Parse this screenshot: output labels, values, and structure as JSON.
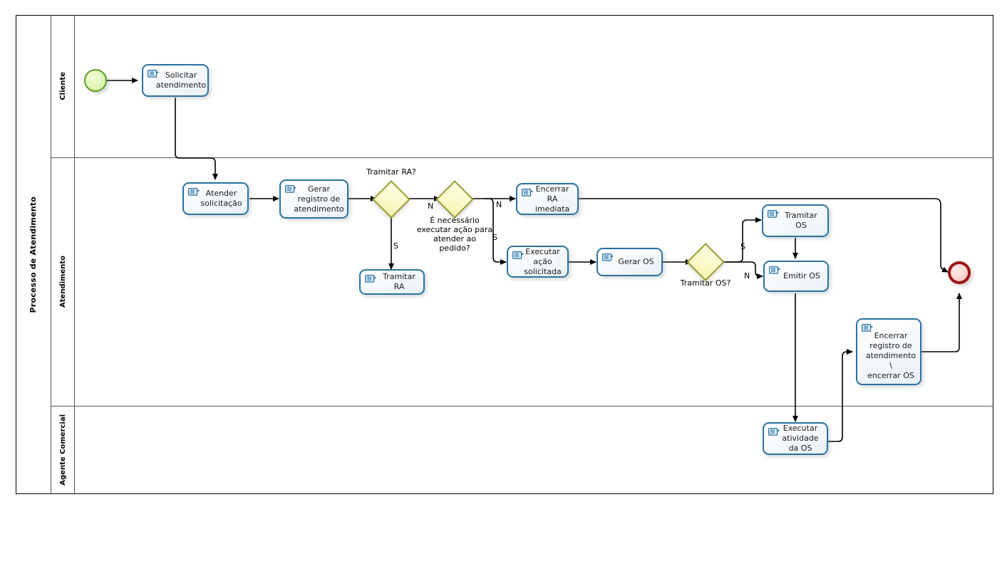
{
  "diagram": {
    "type": "bpmn-process",
    "pool_name": "Processo de Atendimento",
    "lanes": [
      {
        "id": "cliente",
        "name": "Cliente"
      },
      {
        "id": "atendimento",
        "name": "Atendimento"
      },
      {
        "id": "agente",
        "name": "Agente Comercial"
      }
    ]
  },
  "events": {
    "start": {
      "name": "start-event",
      "lane": "cliente"
    },
    "end": {
      "name": "end-event",
      "lane": "atendimento"
    }
  },
  "tasks": [
    {
      "id": "solicitar",
      "label": "Solicitar\natendimento",
      "lane": "cliente"
    },
    {
      "id": "atender",
      "label": "Atender\nsolicitação",
      "lane": "atendimento"
    },
    {
      "id": "gerar_reg",
      "label": "Gerar\nregistro de\natendimento",
      "lane": "atendimento"
    },
    {
      "id": "tramitar_ra",
      "label": "Tramitar RA",
      "lane": "atendimento"
    },
    {
      "id": "encerrar_ra",
      "label": "Encerrar RA\nimediata",
      "lane": "atendimento"
    },
    {
      "id": "executar_acao",
      "label": "Executar\nação solicitada",
      "lane": "atendimento"
    },
    {
      "id": "gerar_os",
      "label": "Gerar OS",
      "lane": "atendimento"
    },
    {
      "id": "tramitar_os",
      "label": "Tramitar\nOS",
      "lane": "atendimento"
    },
    {
      "id": "emitir_os",
      "label": "Emitir OS",
      "lane": "atendimento"
    },
    {
      "id": "encerrar_reg",
      "label": "Encerrar\nregistro de\natendimento \\\nencerrar OS",
      "lane": "atendimento"
    },
    {
      "id": "executar_os",
      "label": "Executar\natividade da OS",
      "lane": "agente"
    }
  ],
  "gateways": [
    {
      "id": "gw_ra",
      "caption": "Tramitar  RA?",
      "caption_position": "above"
    },
    {
      "id": "gw_acao",
      "caption": "É necessário\nexecutar ação para\natender ao\npedido?",
      "caption_position": "below"
    },
    {
      "id": "gw_os",
      "caption": "Tramitar OS?",
      "caption_position": "below"
    }
  ],
  "flow_labels": [
    {
      "id": "gw_ra_s",
      "text": "S"
    },
    {
      "id": "gw_ra_n",
      "text": "N"
    },
    {
      "id": "gw_acao_n",
      "text": "N"
    },
    {
      "id": "gw_acao_s",
      "text": "S"
    },
    {
      "id": "gw_os_s",
      "text": "S"
    },
    {
      "id": "gw_os_n",
      "text": "N"
    }
  ],
  "colors": {
    "task_border": "#2a72a0",
    "task_fill": "#f2f7fb",
    "gateway_border": "#9a9a32",
    "gateway_fill": "#fafac8",
    "start_border": "#5d9e26",
    "start_fill": "#e2f4b8",
    "end_border": "#9c1414",
    "end_fill": "#fbd5d2",
    "connector": "#000000",
    "lane_border": "#555555",
    "pool_border": "#000000"
  }
}
